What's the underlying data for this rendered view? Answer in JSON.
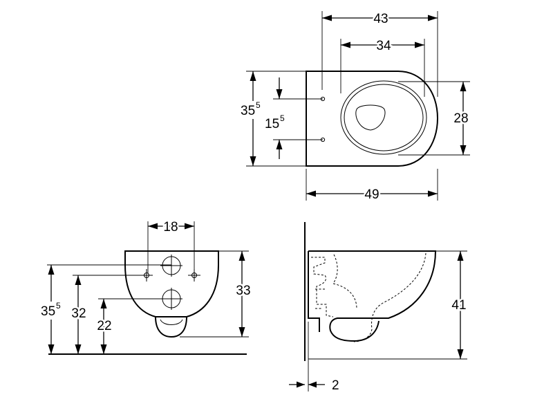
{
  "top_view": {
    "dims": {
      "overall_width": "43",
      "seat_width": "34",
      "length": "49",
      "inner_height": "28",
      "fixing_spacing": "15",
      "fixing_spacing_sup": "5",
      "total_height": "35",
      "total_height_sup": "5"
    }
  },
  "front_view": {
    "dims": {
      "bolt_spacing": "18",
      "pan_height": "33",
      "rim_height": "35",
      "rim_height_sup": "5",
      "bolt_height": "32",
      "outlet_height": "22"
    }
  },
  "side_view": {
    "dims": {
      "projection_height": "41",
      "wall_gap": "2"
    }
  }
}
